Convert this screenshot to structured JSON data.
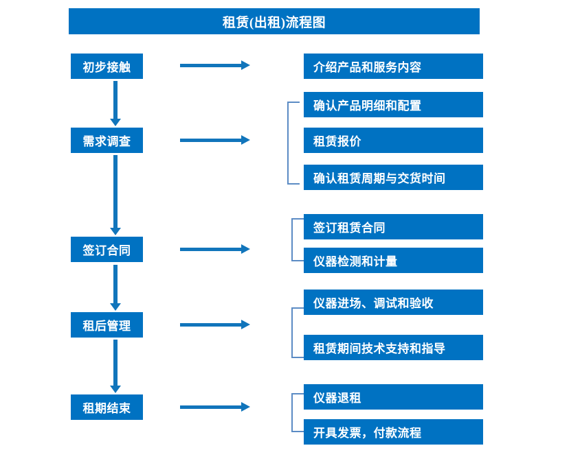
{
  "diagram": {
    "title": "租赁(出租)流程图",
    "colors": {
      "box_fill": "#0072C2",
      "box_text": "#FFFFFF",
      "arrow": "#1175BB",
      "bracket": "#5B8BC4",
      "background": "#FFFFFF"
    },
    "stages": [
      {
        "label": "初步接触"
      },
      {
        "label": "需求调查"
      },
      {
        "label": "签订合同"
      },
      {
        "label": "租后管理"
      },
      {
        "label": "租期结束"
      }
    ],
    "details": [
      {
        "label": "介绍产品和服务内容"
      },
      {
        "label": "确认产品明细和配置"
      },
      {
        "label": "租赁报价"
      },
      {
        "label": "确认租赁周期与交货时间"
      },
      {
        "label": "签订租赁合同"
      },
      {
        "label": "仪器检测和计量"
      },
      {
        "label": "仪器进场、调试和验收"
      },
      {
        "label": "租赁期间技术支持和指导"
      },
      {
        "label": "仪器退租"
      },
      {
        "label": "开具发票，付款流程"
      }
    ],
    "icons": {
      "down_arrow": "down-arrow-icon",
      "right_arrow": "right-arrow-icon",
      "group_bracket": "group-bracket-icon"
    }
  }
}
